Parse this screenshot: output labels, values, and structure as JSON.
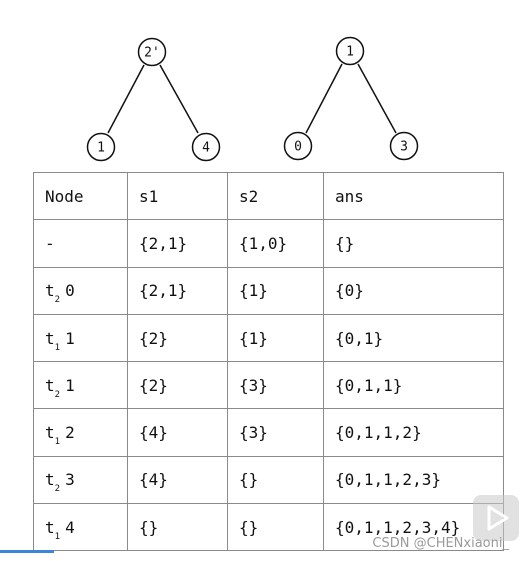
{
  "trees": [
    {
      "nodes": [
        {
          "id": "r",
          "label": "2'"
        },
        {
          "id": "l",
          "label": "1"
        },
        {
          "id": "rr",
          "label": "4"
        }
      ]
    },
    {
      "nodes": [
        {
          "id": "r",
          "label": "1"
        },
        {
          "id": "l",
          "label": "0"
        },
        {
          "id": "rr",
          "label": "3"
        }
      ]
    }
  ],
  "table": {
    "headers": [
      "Node",
      "s1",
      "s2",
      "ans"
    ],
    "rows": [
      {
        "node": "-",
        "sub": "",
        "val": "",
        "s1": "{2,1}",
        "s2": "{1,0}",
        "ans": "{}"
      },
      {
        "node": "t",
        "sub": "2",
        "val": "0",
        "s1": "{2,1}",
        "s2": "{1}",
        "ans": "{0}"
      },
      {
        "node": "t",
        "sub": "1",
        "val": "1",
        "s1": "{2}",
        "s2": "{1}",
        "ans": "{0,1}"
      },
      {
        "node": "t",
        "sub": "2",
        "val": "1",
        "s1": "{2}",
        "s2": "{3}",
        "ans": "{0,1,1}"
      },
      {
        "node": "t",
        "sub": "1",
        "val": "2",
        "s1": "{4}",
        "s2": "{3}",
        "ans": "{0,1,1,2}"
      },
      {
        "node": "t",
        "sub": "2",
        "val": "3",
        "s1": "{4}",
        "s2": "{}",
        "ans": "{0,1,1,2,3}"
      },
      {
        "node": "t",
        "sub": "1",
        "val": "4",
        "s1": "{}",
        "s2": "{}",
        "ans": "{0,1,1,2,3,4}"
      }
    ]
  },
  "watermark": "CSDN @CHENxiaoni_"
}
